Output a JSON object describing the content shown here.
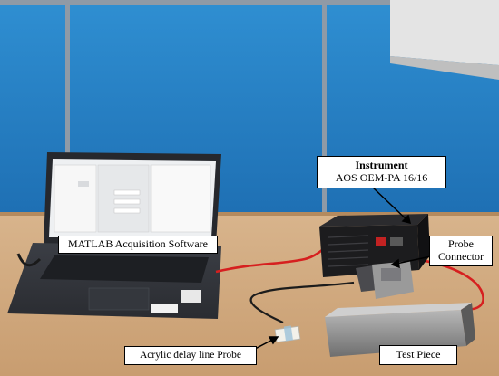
{
  "labels": {
    "instrument_title": "Instrument",
    "instrument_model": "AOS OEM-PA 16/16",
    "software": "MATLAB Acquisition Software",
    "probe_connector_line1": "Probe",
    "probe_connector_line2": "Connector",
    "probe": "Acrylic delay line Probe",
    "test_piece": "Test Piece"
  }
}
